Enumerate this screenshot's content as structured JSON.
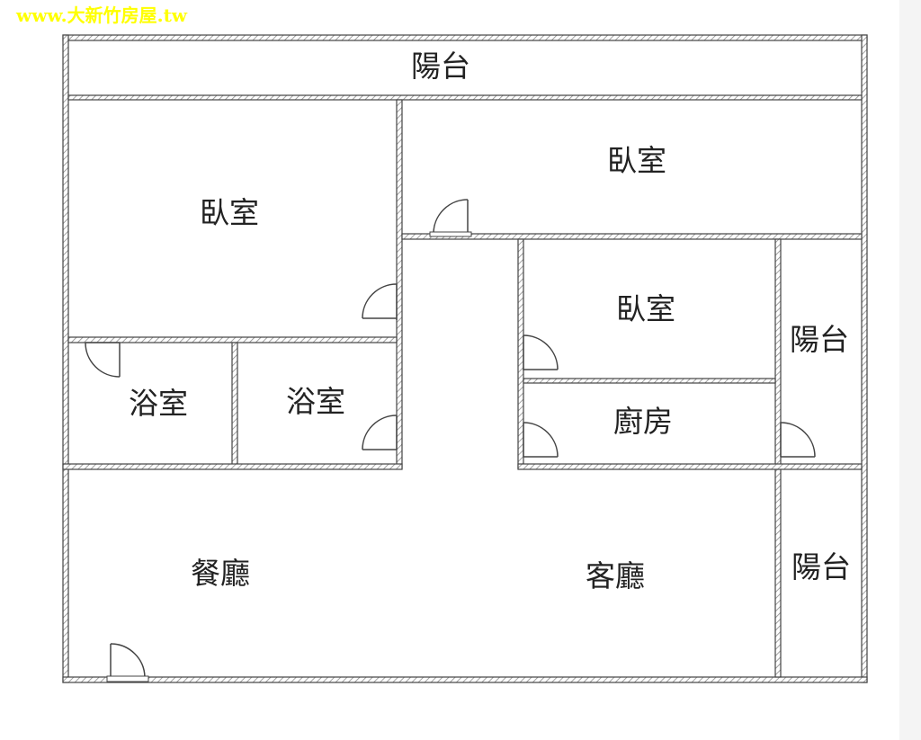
{
  "watermark": {
    "text": "www.大新竹房屋.tw",
    "color": "#ffff00"
  },
  "colors": {
    "wall_stroke": "#444444",
    "wall_hatch": "#8a8a8a",
    "label": "#222222",
    "background": "#ffffff"
  },
  "rooms": {
    "balcony_top": "陽台",
    "bedroom_upper_right": "臥室",
    "bedroom_left": "臥室",
    "bedroom_middle": "臥室",
    "balcony_right_upper": "陽台",
    "bathroom_left": "浴室",
    "bathroom_right": "浴室",
    "kitchen": "廚房",
    "dining_room": "餐廳",
    "living_room": "客廳",
    "balcony_right_lower": "陽台"
  }
}
